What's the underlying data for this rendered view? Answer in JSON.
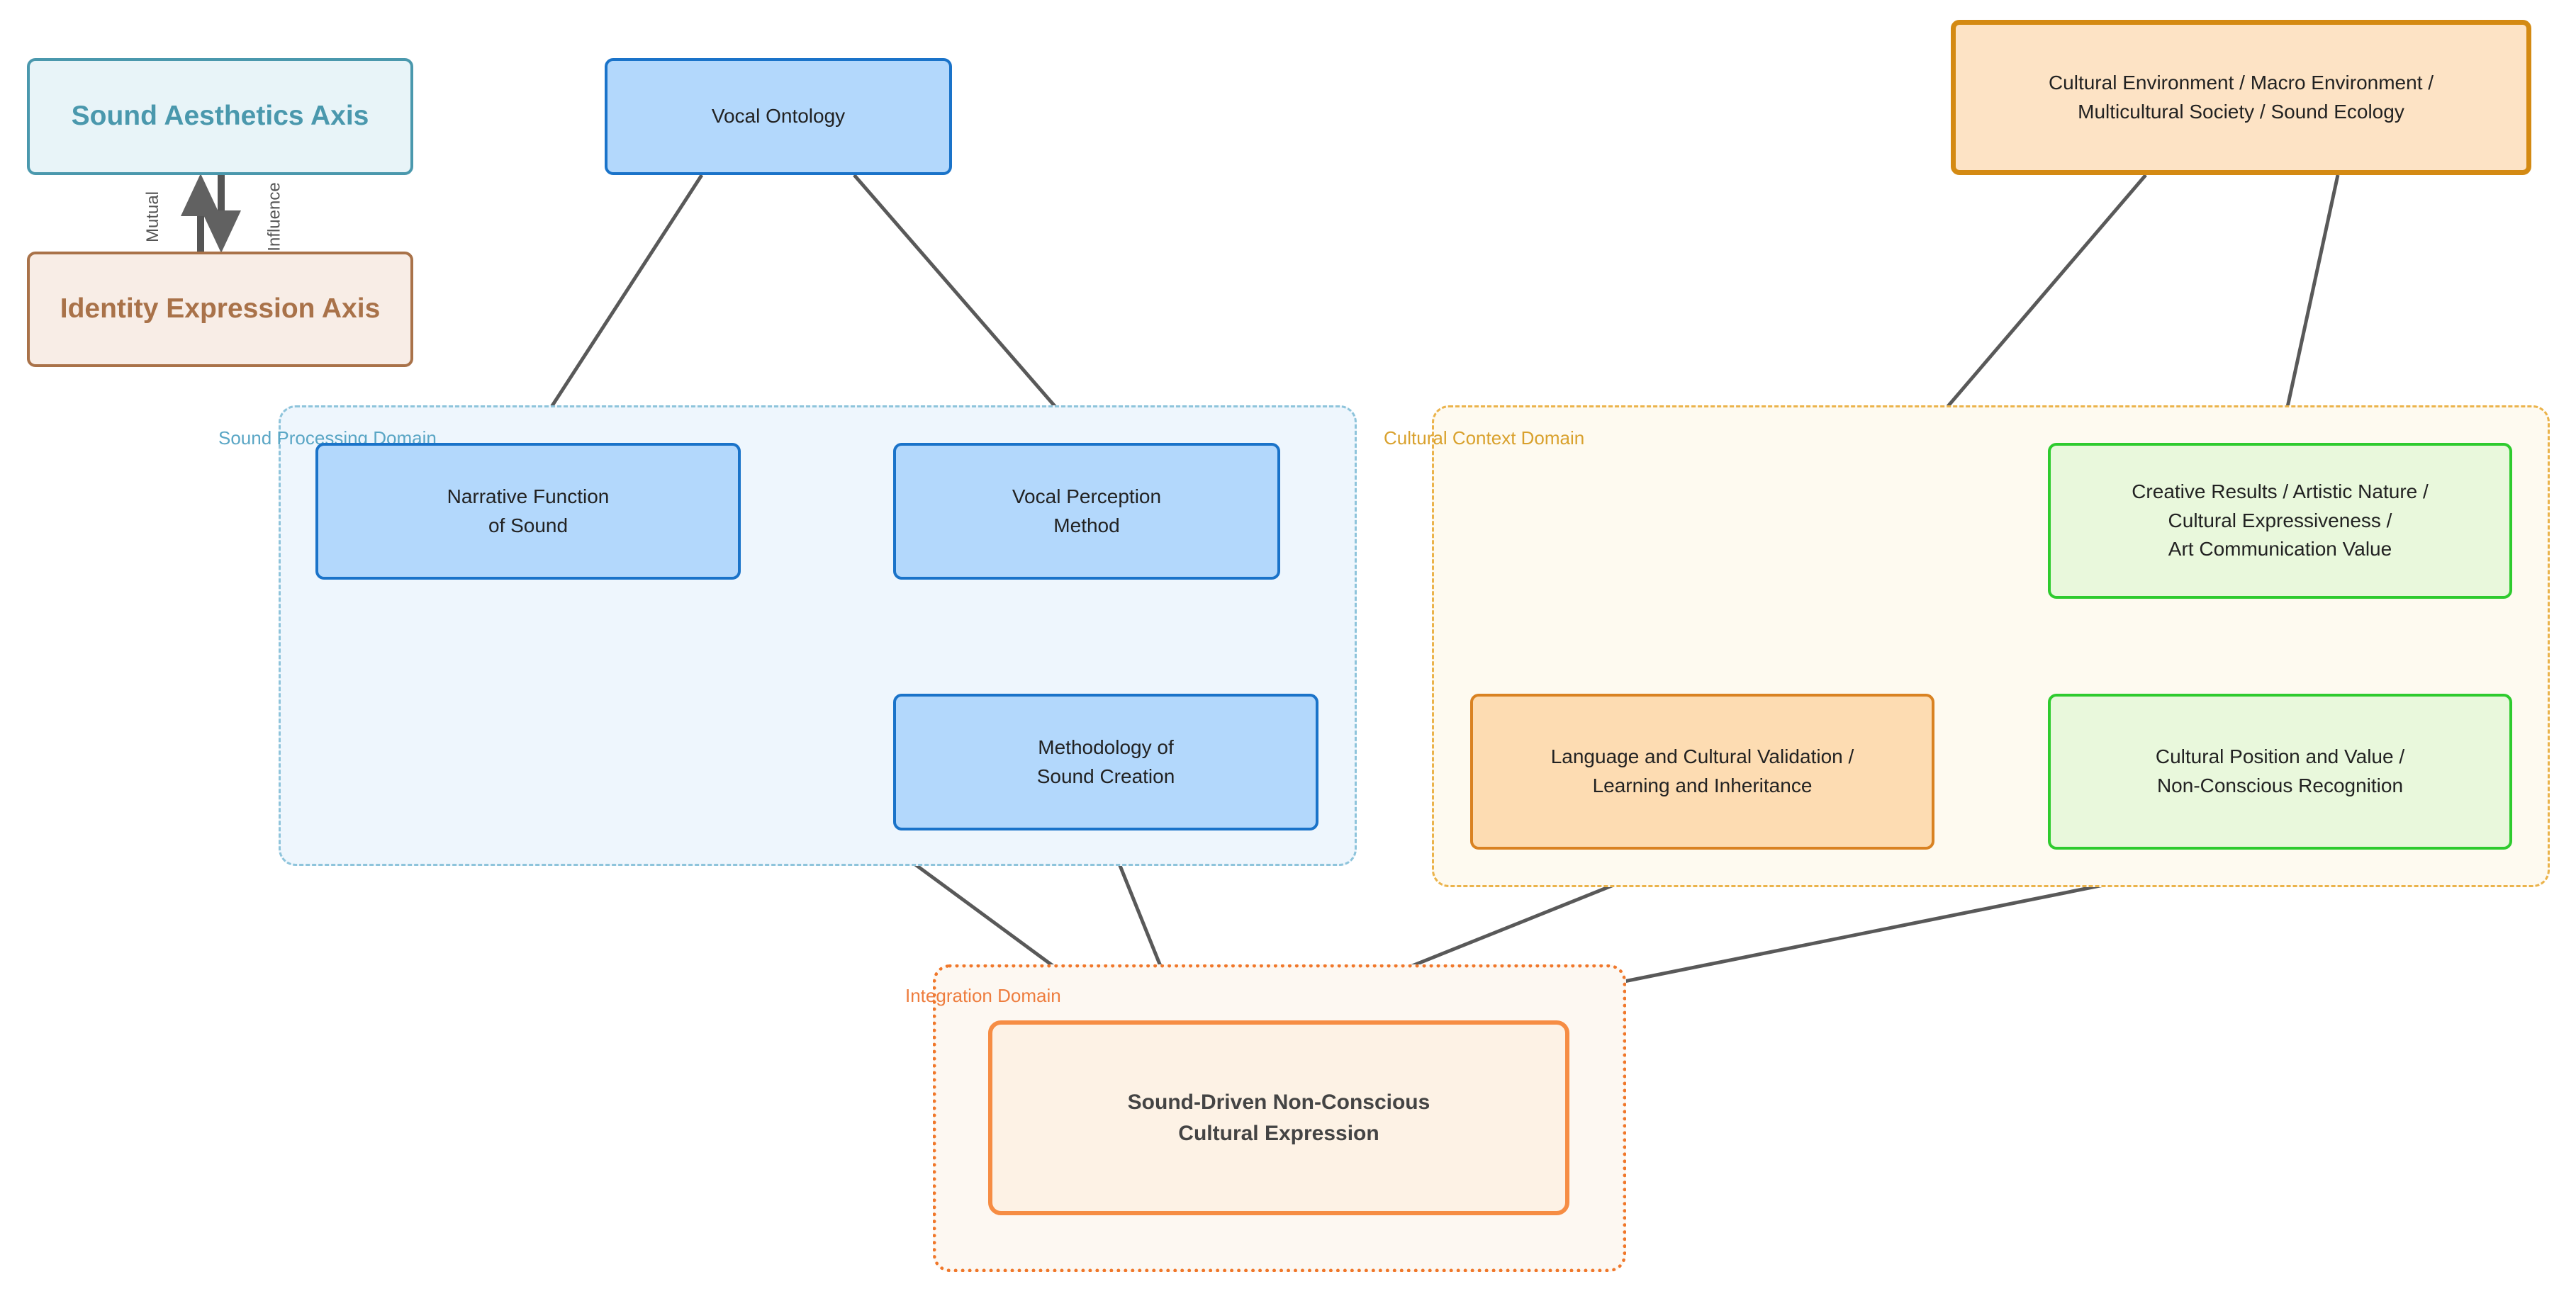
{
  "axes": {
    "aesthetics": "Sound Aesthetics Axis",
    "identity": "Identity Expression Axis",
    "mutual": "Mutual",
    "influence": "Influence"
  },
  "domains": {
    "sound_processing": "Sound Processing Domain",
    "cultural_context": "Cultural Context Domain",
    "integration": "Integration Domain"
  },
  "nodes": {
    "vocal_ontology": [
      "Vocal Ontology"
    ],
    "cultural_environment": [
      "Cultural Environment / Macro Environment /",
      "Multicultural Society / Sound Ecology"
    ],
    "narrative_function": [
      "Narrative Function",
      "of Sound"
    ],
    "vocal_perception": [
      "Vocal Perception",
      "Method"
    ],
    "methodology": [
      "Methodology of",
      "Sound Creation"
    ],
    "creative_results": [
      "Creative Results / Artistic Nature /",
      "Cultural Expressiveness /",
      "Art Communication Value"
    ],
    "language_validation": [
      "Language and Cultural Validation /",
      "Learning and Inheritance"
    ],
    "cultural_position": [
      "Cultural Position and Value /",
      "Non-Conscious Recognition"
    ],
    "sound_driven": [
      "Sound-Driven Non-Conscious",
      "Cultural Expression"
    ]
  },
  "edges": [
    {
      "from": "vocal_ontology",
      "to": "narrative_function"
    },
    {
      "from": "vocal_ontology",
      "to": "vocal_perception"
    },
    {
      "from": "vocal_perception",
      "to": "methodology"
    },
    {
      "from": "narrative_function",
      "to": "sound_driven"
    },
    {
      "from": "methodology",
      "to": "sound_driven"
    },
    {
      "from": "cultural_environment",
      "to": "language_validation"
    },
    {
      "from": "cultural_environment",
      "to": "creative_results"
    },
    {
      "from": "creative_results",
      "to": "cultural_position"
    },
    {
      "from": "language_validation",
      "to": "sound_driven"
    },
    {
      "from": "cultural_position",
      "to": "sound_driven"
    }
  ],
  "colors": {
    "blue_fill": "#b3d8fc",
    "blue_border": "#1a73c9",
    "orange_fill": "#fde3c5",
    "orange_border": "#d48a13",
    "green_fill": "#e9f8dc",
    "green_border": "#2ecb2e",
    "integration_border": "#f68d44",
    "arrow": "#616161"
  }
}
